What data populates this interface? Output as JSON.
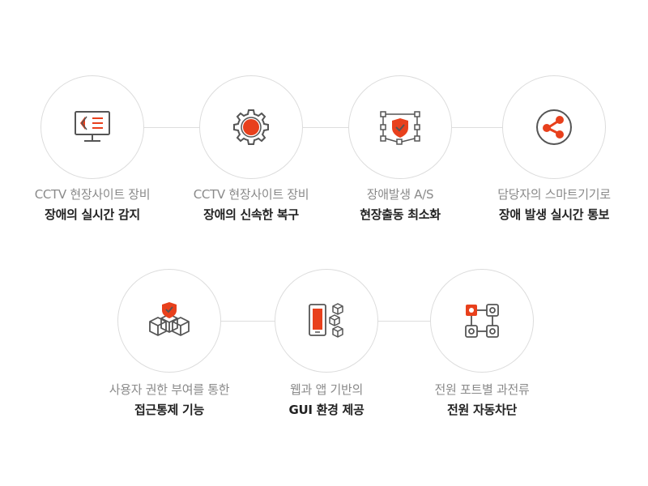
{
  "colors": {
    "accent": "#e8401c",
    "icon_stroke": "#555555",
    "line_gray": "#8a8a8a",
    "line_dark": "#222222"
  },
  "features": [
    {
      "icon": "monitor-icon",
      "line1": "CCTV 현장사이트 장비",
      "line2": "장애의 실시간 감지"
    },
    {
      "icon": "gear-icon",
      "line1": "CCTV 현장사이트 장비",
      "line2": "장애의 신속한 복구"
    },
    {
      "icon": "shield-network-icon",
      "line1": "장애발생 A/S",
      "line2": "현장출동 최소화"
    },
    {
      "icon": "share-icon",
      "line1": "담당자의 스마트기기로",
      "line2": "장애 발생 실시간 통보"
    },
    {
      "icon": "shield-cubes-icon",
      "line1": "사용자 권한 부여를 통한",
      "line2": "접근통제 기능"
    },
    {
      "icon": "mobile-cubes-icon",
      "line1": "웹과 앱 기반의",
      "line2": "GUI 환경 제공"
    },
    {
      "icon": "power-switch-grid-icon",
      "line1": "전원 포트별 과전류",
      "line2": "전원 자동차단"
    }
  ]
}
